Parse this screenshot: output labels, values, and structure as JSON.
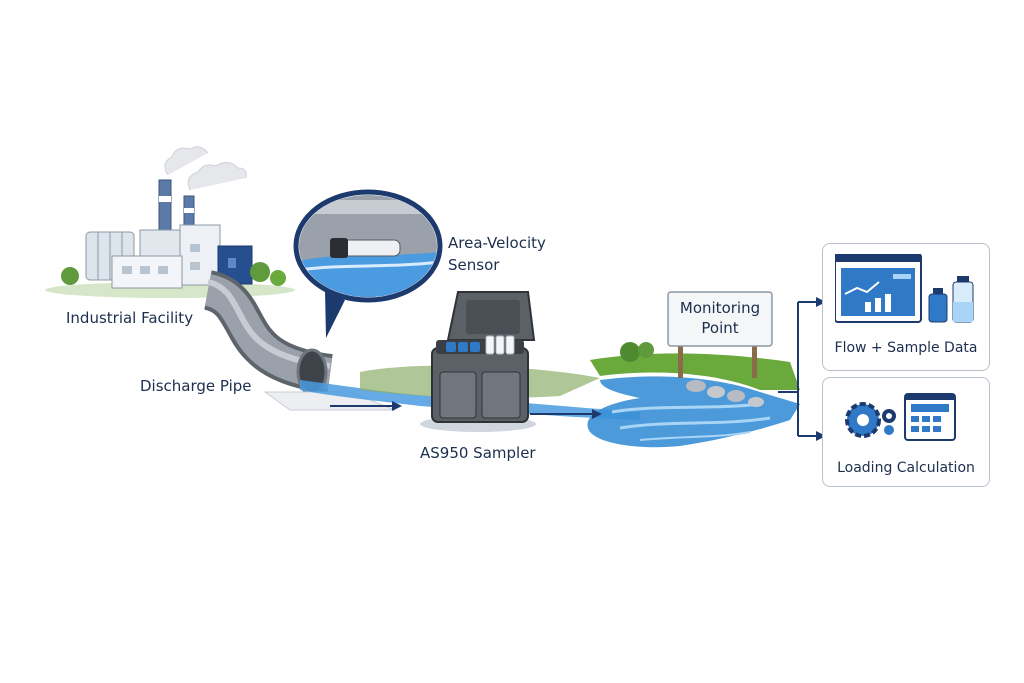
{
  "labels": {
    "industrial_facility": "Industrial Facility",
    "discharge_pipe": "Discharge Pipe",
    "sensor": "Area-Velocity Sensor",
    "sampler": "AS950 Sampler",
    "monitoring_point_line1": "Monitoring",
    "monitoring_point_line2": "Point"
  },
  "cards": {
    "flow_sample": {
      "title": "Flow + Sample Data"
    },
    "loading": {
      "title": "Loading Calculation"
    }
  },
  "colors": {
    "navy": "#1c3a6e",
    "water": "#3a8fd6",
    "water_light": "#a8d4f5",
    "pipe": "#8a9099",
    "grass": "#6aaa3c"
  },
  "icons": [
    "factory-icon",
    "pipe-icon",
    "sensor-icon",
    "sampler-icon",
    "river-icon",
    "sign-icon",
    "dashboard-icon",
    "bottle-icon",
    "gear-icon",
    "calculator-icon"
  ]
}
